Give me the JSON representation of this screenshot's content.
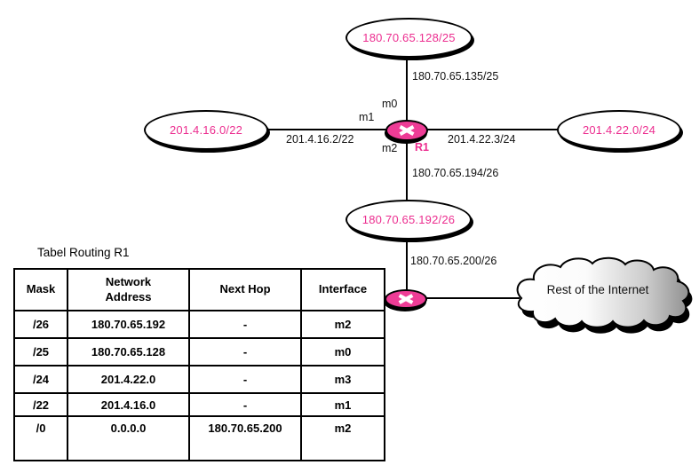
{
  "colors": {
    "magenta_text": "#ec2d8f",
    "router_fill": "#ee3c96",
    "line_black": "#000000",
    "cloud_gradient_end": "#909090"
  },
  "diagram": {
    "networks": {
      "top": "180.70.65.128/25",
      "left": "201.4.16.0/22",
      "right": "201.4.22.0/24",
      "middle": "180.70.65.192/26"
    },
    "link_labels": {
      "top": "180.70.65.135/25",
      "left": "201.4.16.2/22",
      "right": "201.4.22.3/24",
      "middle_upper": "180.70.65.194/26",
      "middle_lower": "180.70.65.200/26"
    },
    "interfaces": {
      "m0": "m0",
      "m1": "m1",
      "m2": "m2"
    },
    "router1_label": "R1",
    "cloud_label": "Rest of the Internet"
  },
  "routing_table": {
    "title": "Tabel Routing R1",
    "columns": [
      "Mask",
      "Network\nAddress",
      "Next Hop",
      "Interface"
    ],
    "rows": [
      {
        "mask": "/26",
        "network_address": "180.70.65.192",
        "next_hop": "-",
        "interface": "m2"
      },
      {
        "mask": "/25",
        "network_address": "180.70.65.128",
        "next_hop": "-",
        "interface": "m0"
      },
      {
        "mask": "/24",
        "network_address": "201.4.22.0",
        "next_hop": "-",
        "interface": "m3"
      },
      {
        "mask": "/22",
        "network_address": "201.4.16.0",
        "next_hop": "-",
        "interface": "m1"
      },
      {
        "mask": "/0",
        "network_address": "0.0.0.0",
        "next_hop": "180.70.65.200",
        "interface": "m2"
      }
    ]
  }
}
